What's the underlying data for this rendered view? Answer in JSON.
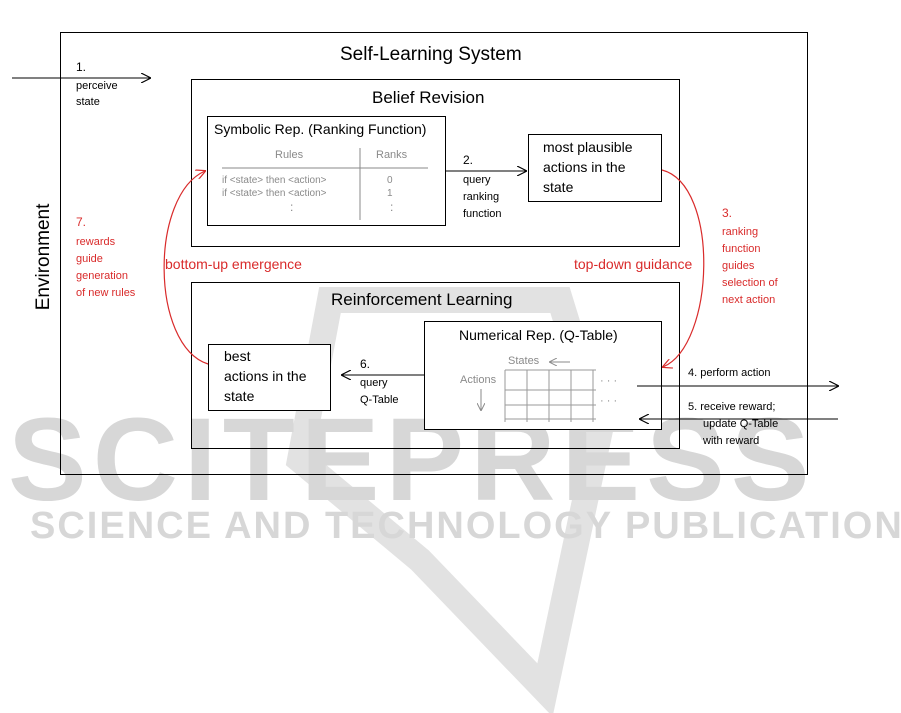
{
  "colors": {
    "line": "#000000",
    "accent": "#d92b2b",
    "grid": "#9a9a9a",
    "watermark": "#d7d7d7"
  },
  "environment_label": "Environment",
  "system": {
    "title": "Self-Learning System"
  },
  "belief_revision": {
    "title": "Belief Revision",
    "symbolic": {
      "title": "Symbolic Rep. (Ranking Function)",
      "col_rules": "Rules",
      "col_ranks": "Ranks",
      "rows": [
        {
          "rule": "if <state> then <action>",
          "rank": "0"
        },
        {
          "rule": "if <state> then <action>",
          "rank": "1"
        }
      ],
      "ellipsis": ":"
    },
    "plausible": {
      "line1": "most plausible",
      "line2": "actions in the",
      "line3": "state"
    }
  },
  "reinforcement": {
    "title": "Reinforcement Learning",
    "numerical": {
      "title": "Numerical Rep. (Q-Table)",
      "states": "States",
      "actions": "Actions",
      "dots": "· · ·"
    },
    "best": {
      "line1": "best",
      "line2": "actions in the",
      "line3": "state"
    }
  },
  "steps": {
    "s1": {
      "num": "1.",
      "line1": "perceive",
      "line2": "state"
    },
    "s2": {
      "num": "2.",
      "line1": "query",
      "line2": "ranking",
      "line3": "function"
    },
    "s3": {
      "num": "3.",
      "line1": "ranking",
      "line2": "function",
      "line3": "guides",
      "line4": "selection of",
      "line5": "next action"
    },
    "s4": {
      "label": "4. perform  action"
    },
    "s5": {
      "line1": "5. receive reward;",
      "line2": "update Q-Table",
      "line3": "with reward"
    },
    "s6": {
      "num": "6.",
      "line1": "query",
      "line2": "Q-Table"
    },
    "s7": {
      "num": "7.",
      "line1": "rewards",
      "line2": "guide",
      "line3": "generation",
      "line4": "of new rules"
    }
  },
  "labels": {
    "bottom_up": "bottom-up emergence",
    "top_down": "top-down guidance"
  },
  "watermark": {
    "main": "SCITEPRESS",
    "sub": "SCIENCE AND TECHNOLOGY PUBLICATIONS"
  }
}
